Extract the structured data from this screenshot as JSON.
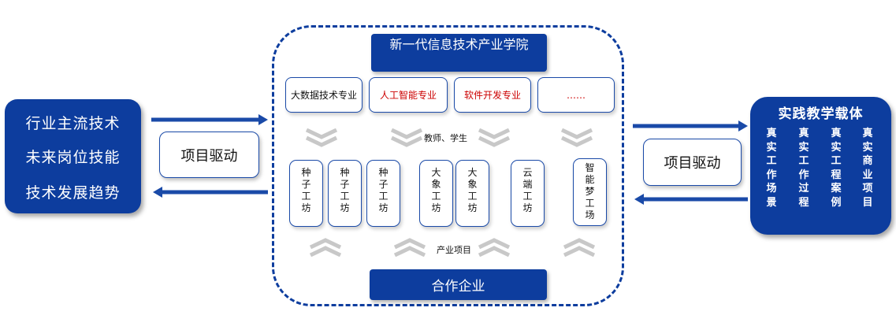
{
  "left_panel": {
    "lines": [
      "行业主流技术",
      "未来岗位技能",
      "技术发展趋势"
    ]
  },
  "drive_left": "项目驱动",
  "drive_right": "项目驱动",
  "college": "新一代信息技术产业学院",
  "majors": [
    {
      "label": "大数据技术专业",
      "color": "#111111"
    },
    {
      "label": "人工智能专业",
      "color": "#cc0000"
    },
    {
      "label": "软件开发专业",
      "color": "#cc0000"
    },
    {
      "label": "……",
      "color": "#cc0000"
    }
  ],
  "label_top": "教师、学生",
  "workshops": [
    {
      "label": "种\n子\n工\n坊"
    },
    {
      "label": "种\n子\n工\n坊"
    },
    {
      "label": "种\n子\n工\n坊"
    },
    {
      "label": "大\n象\n工\n坊"
    },
    {
      "label": "大\n象\n工\n坊"
    },
    {
      "label": "云\n端\n工\n坊"
    },
    {
      "label": "智\n能\n梦\n工\n场"
    }
  ],
  "label_bottom": "产业项目",
  "partner": "合作企业",
  "right_panel": {
    "title": "实践教学载体",
    "columns": [
      "真\n实\n工\n作\n场\n景",
      "真\n实\n工\n作\n过\n程",
      "真\n实\n工\n程\n案\n例",
      "真\n实\n商\n业\n项\n目"
    ]
  },
  "colors": {
    "primary": "#0d3d9e",
    "arrow": "#1a4aa8",
    "chevron": "#c8c8c8"
  },
  "icons": [
    "chevron-down-icon",
    "chevron-up-icon",
    "arrow-right-icon",
    "arrow-left-icon"
  ]
}
